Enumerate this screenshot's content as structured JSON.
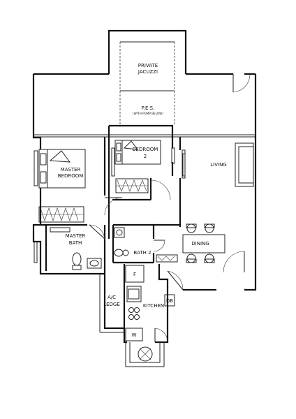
{
  "rooms": {
    "jacuzzi": [
      "PRIVATE",
      "JACUZZI"
    ],
    "pes": "P.E.S.",
    "pes_note": "(WITH PUMP BELOW)",
    "bedroom2": [
      "BEDROOM",
      "2"
    ],
    "living": "LIVING",
    "master_bedroom": [
      "MASTER",
      "BEDROOM"
    ],
    "master_bath": [
      "MASTER",
      "BATH"
    ],
    "bath2": "BATH 2",
    "dining": "DINING",
    "ac_ledge": [
      "A/C",
      "LEDGE"
    ],
    "kitchen": "KITCHEN",
    "fridge": "F",
    "db": "DB",
    "washer": "W"
  }
}
